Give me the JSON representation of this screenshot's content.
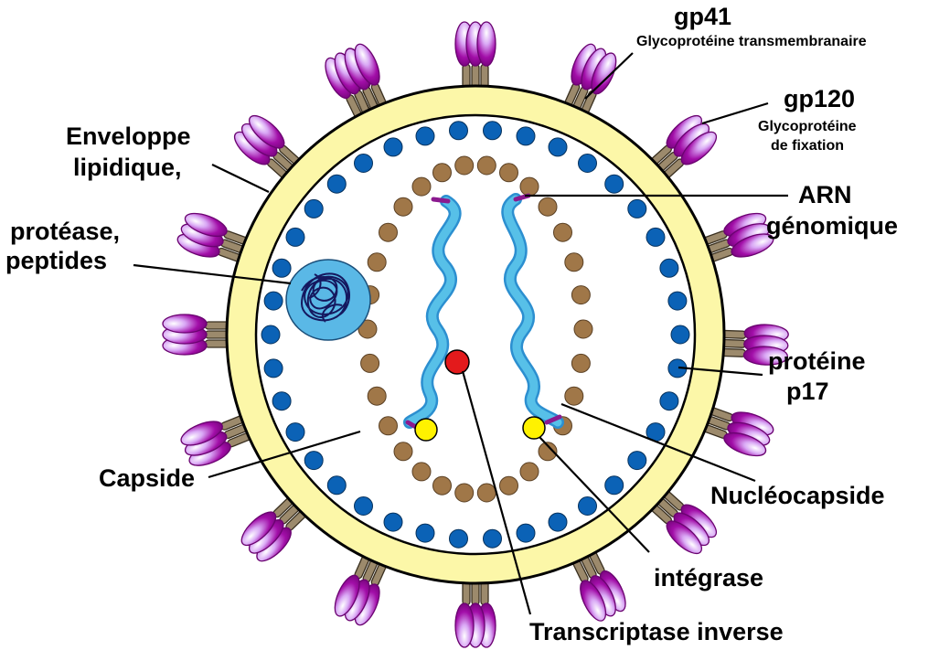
{
  "labels": {
    "gp41": "gp41",
    "gp41_sub": "Glycoprotéine transmembranaire",
    "gp120": "gp120",
    "gp120_sub1": "Glycoprotéine",
    "gp120_sub2": "de fixation",
    "envelope1": "Enveloppe",
    "envelope2": "lipidique,",
    "protease1": "protéase,",
    "protease2": "peptides",
    "arn1": "ARN",
    "arn2": "génomique",
    "p17_1": "protéine",
    "p17_2": "p17",
    "capside": "Capside",
    "nucleocapside": "Nucléocapside",
    "integrase": "intégrase",
    "transcriptase": "Transcriptase inverse"
  },
  "colors": {
    "envelope": "#fcf7a8",
    "interior": "#ffffff",
    "p17": "#0b62b6",
    "capsid": "#a07748",
    "rna": "#57c0e8",
    "rna_core": "#2c8fd0",
    "rna_tip": "#8b1a8f",
    "protease_blob": "#5ab8e6",
    "protease_tangle": "#15185f",
    "integrase": "#fff200",
    "transcriptase": "#e31a1c",
    "gp41": "#9c8a6c",
    "gp120": "#a20ea8",
    "gp120_light": "#f0c8ff"
  }
}
